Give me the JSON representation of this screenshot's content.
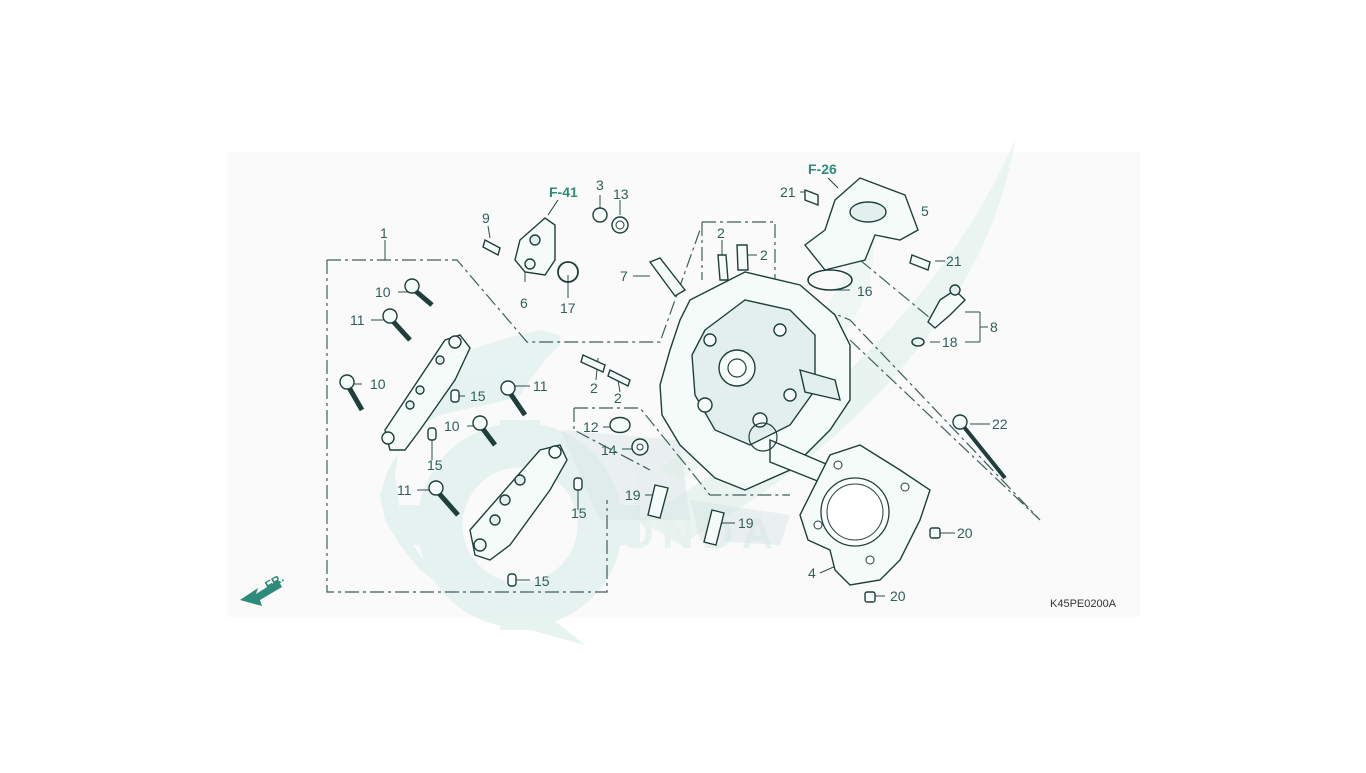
{
  "diagram": {
    "code": "K45PE0200A",
    "direction_label": "FR.",
    "brand_watermark": "HONDA",
    "colors": {
      "line": "#1f3f3b",
      "accent": "#2e8a7b",
      "watermark": "#d6ece6",
      "background": "#fafafa"
    },
    "refs": [
      "F-41",
      "F-26"
    ],
    "labels": [
      "1",
      "2",
      "2",
      "2",
      "2",
      "3",
      "4",
      "5",
      "6",
      "7",
      "8",
      "9",
      "10",
      "10",
      "10",
      "11",
      "11",
      "11",
      "12",
      "13",
      "14",
      "15",
      "15",
      "15",
      "15",
      "16",
      "17",
      "18",
      "19",
      "19",
      "20",
      "20",
      "21",
      "21",
      "22"
    ]
  }
}
